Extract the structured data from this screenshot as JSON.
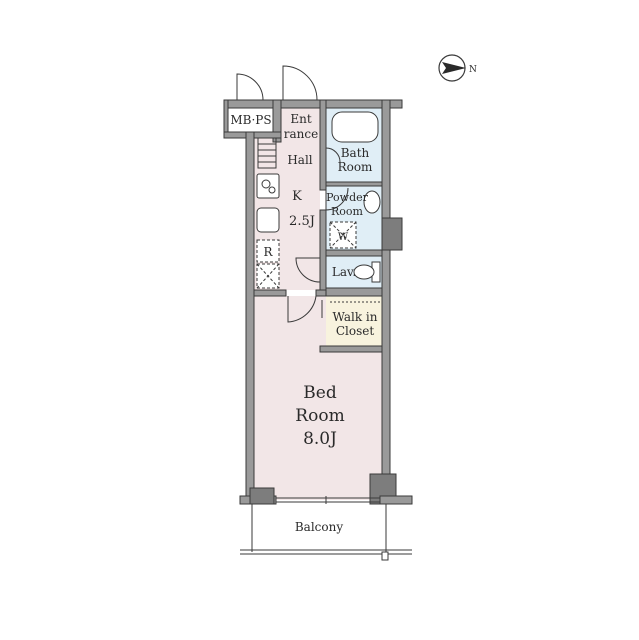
{
  "compass": {
    "label": "N"
  },
  "rooms": {
    "mbps": "MB·PS",
    "entrance_line1": "Ent",
    "entrance_line2": "rance",
    "hall": "Hall",
    "kitchen_line1": "K",
    "kitchen_line2": "2.5J",
    "bath_line1": "Bath",
    "bath_line2": "Room",
    "powder_line1": "Powder",
    "powder_line2": "Room",
    "washer": "W",
    "fridge": "R",
    "lav": "Lav.",
    "closet_line1": "Walk in",
    "closet_line2": "Closet",
    "bedroom_line1": "Bed",
    "bedroom_line2": "Room",
    "bedroom_line3": "8.0J",
    "balcony": "Balcony"
  },
  "colors": {
    "wall": "#9a9a9a",
    "wall_dark": "#7d7d7d",
    "living_floor": "#f2e6e7",
    "wet_floor": "#e0eef6",
    "closet_floor": "#f8f3de",
    "line": "#3a3a3a"
  }
}
